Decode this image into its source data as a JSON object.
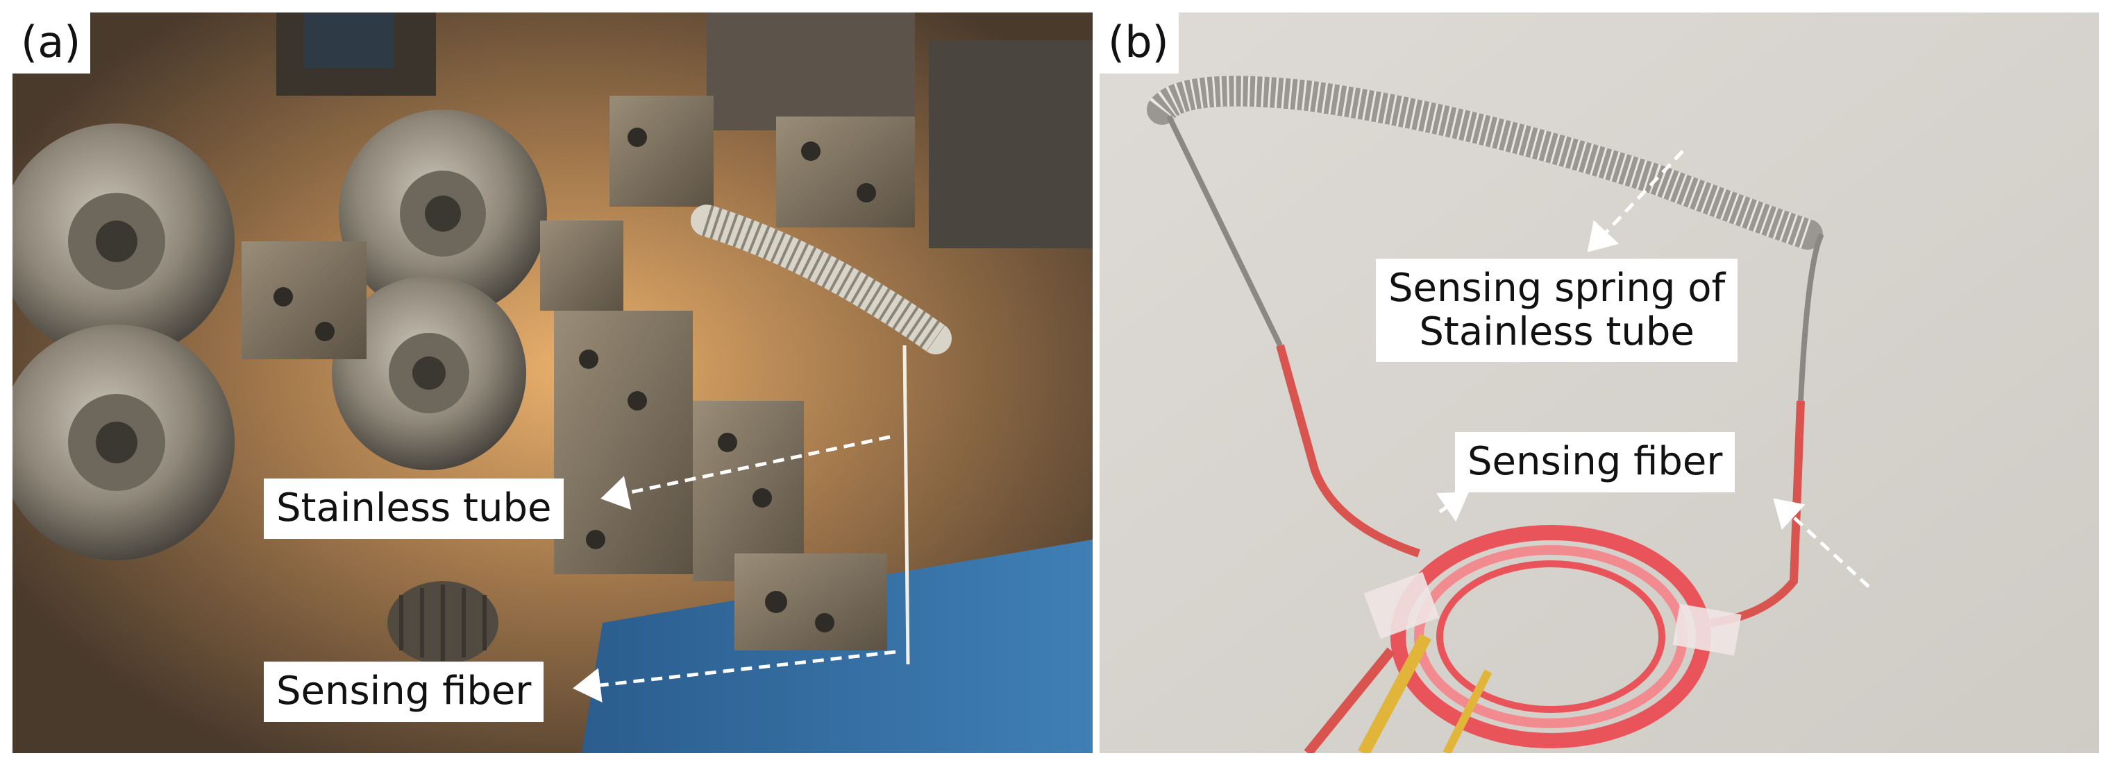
{
  "panel_a": {
    "tag": "(a)",
    "labels": {
      "stainless_tube": "Stainless tube",
      "sensing_fiber": "Sensing fiber"
    }
  },
  "panel_b": {
    "tag": "(b)",
    "labels": {
      "spring_line1": "Sensing spring of",
      "spring_line2": "Stainless tube",
      "sensing_fiber": "Sensing fiber"
    }
  }
}
